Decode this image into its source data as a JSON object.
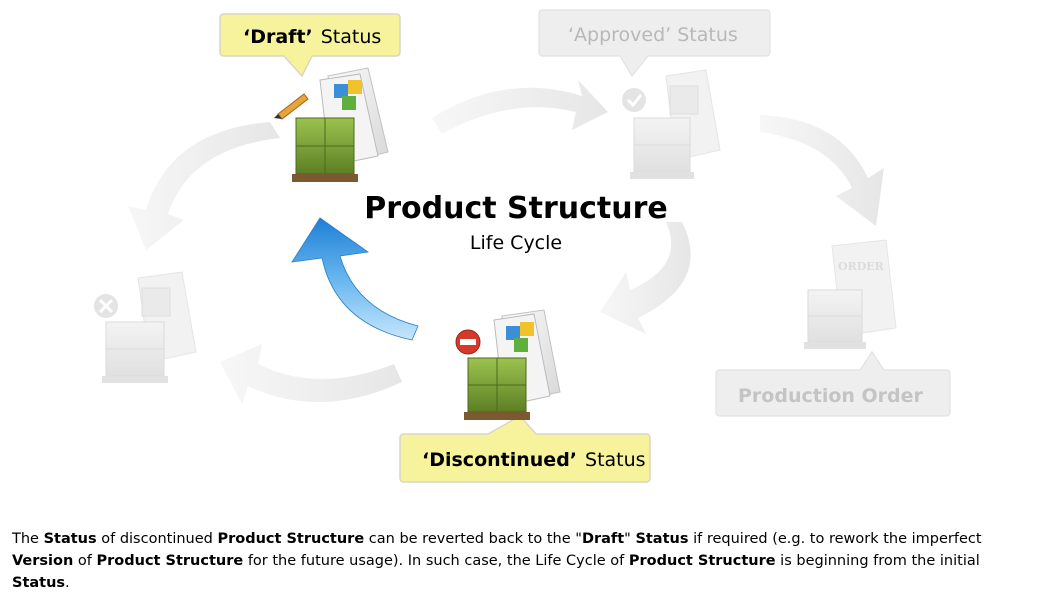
{
  "diagram": {
    "title": "Product Structure",
    "subtitle": "Life Cycle",
    "draft": {
      "quote_word": "‘Draft’",
      "status_word": "Status"
    },
    "approved": {
      "label": "‘Approved’  Status"
    },
    "discontinued": {
      "quote_word": "‘Discontinued’",
      "status_word": "Status"
    },
    "production_order": {
      "label": "Production Order",
      "document_label": "ORDER"
    }
  },
  "description": {
    "p1": "The ",
    "p1b": "Status",
    "p2": " of discontinued ",
    "p2b": "Product Structure",
    "p3": " can be reverted back to the \"",
    "p3b": "Draft",
    "p4": "\" ",
    "p4b": "Status",
    "p5": " if required (e.g. to rework the imperfect ",
    "p5b": "Version",
    "p6": " of ",
    "p6b": "Product Structure",
    "p7": " for the future usage).  In such case, the Life Cycle of ",
    "p7b": "Product Structure",
    "p8": " is beginning from the initial ",
    "p8b": "Status",
    "p9": "."
  },
  "colors": {
    "callout_fill": "#f6f39c",
    "callout_border": "#d9d6c4",
    "faded_fill": "#eeeeee",
    "faded_text": "#b8b8b8",
    "arrow_gray": "#efefef",
    "arrow_blue": "#2f8fe0",
    "pallet_green": "#7fa33c",
    "minus_red": "#d33a2c"
  }
}
